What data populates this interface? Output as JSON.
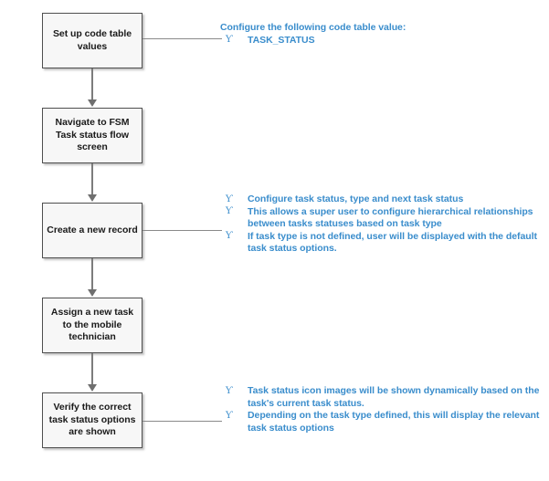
{
  "diagram": {
    "bullet_glyph": "Ƴ",
    "accent_color": "#3a8dcc",
    "node_border_color": "#4f4f4f",
    "node_fill_color": "#f7f7f7",
    "connector_color": "#7c7c7c"
  },
  "nodes": [
    {
      "id": "set-up-code-table-values",
      "label": "Set up code table values"
    },
    {
      "id": "navigate-to-fsm-task-status-flow-screen",
      "label": "Navigate to FSM Task status flow screen"
    },
    {
      "id": "create-a-new-record",
      "label": "Create a new record"
    },
    {
      "id": "assign-a-new-task-to-the-mobile-technician",
      "label": "Assign a new task to the mobile technician"
    },
    {
      "id": "verify-the-correct-task-status-options-are-shown",
      "label": "Verify the correct task status options are shown"
    }
  ],
  "annotations": [
    {
      "id": "annotation-code-table",
      "lead": "Configure the following code table value:",
      "items": [
        "TASK_STATUS"
      ]
    },
    {
      "id": "annotation-create-record",
      "lead": "",
      "items": [
        "Configure task status, type and next task status",
        "This allows a super user to configure hierarchical relationships between tasks statuses based on task type",
        "If task type is not defined, user will be displayed with the default task status options."
      ]
    },
    {
      "id": "annotation-verify-status",
      "lead": "",
      "items": [
        "Task status icon images will be shown dynamically based on the task's current task status.",
        "Depending on the task type defined, this will display the relevant task status options"
      ]
    }
  ]
}
